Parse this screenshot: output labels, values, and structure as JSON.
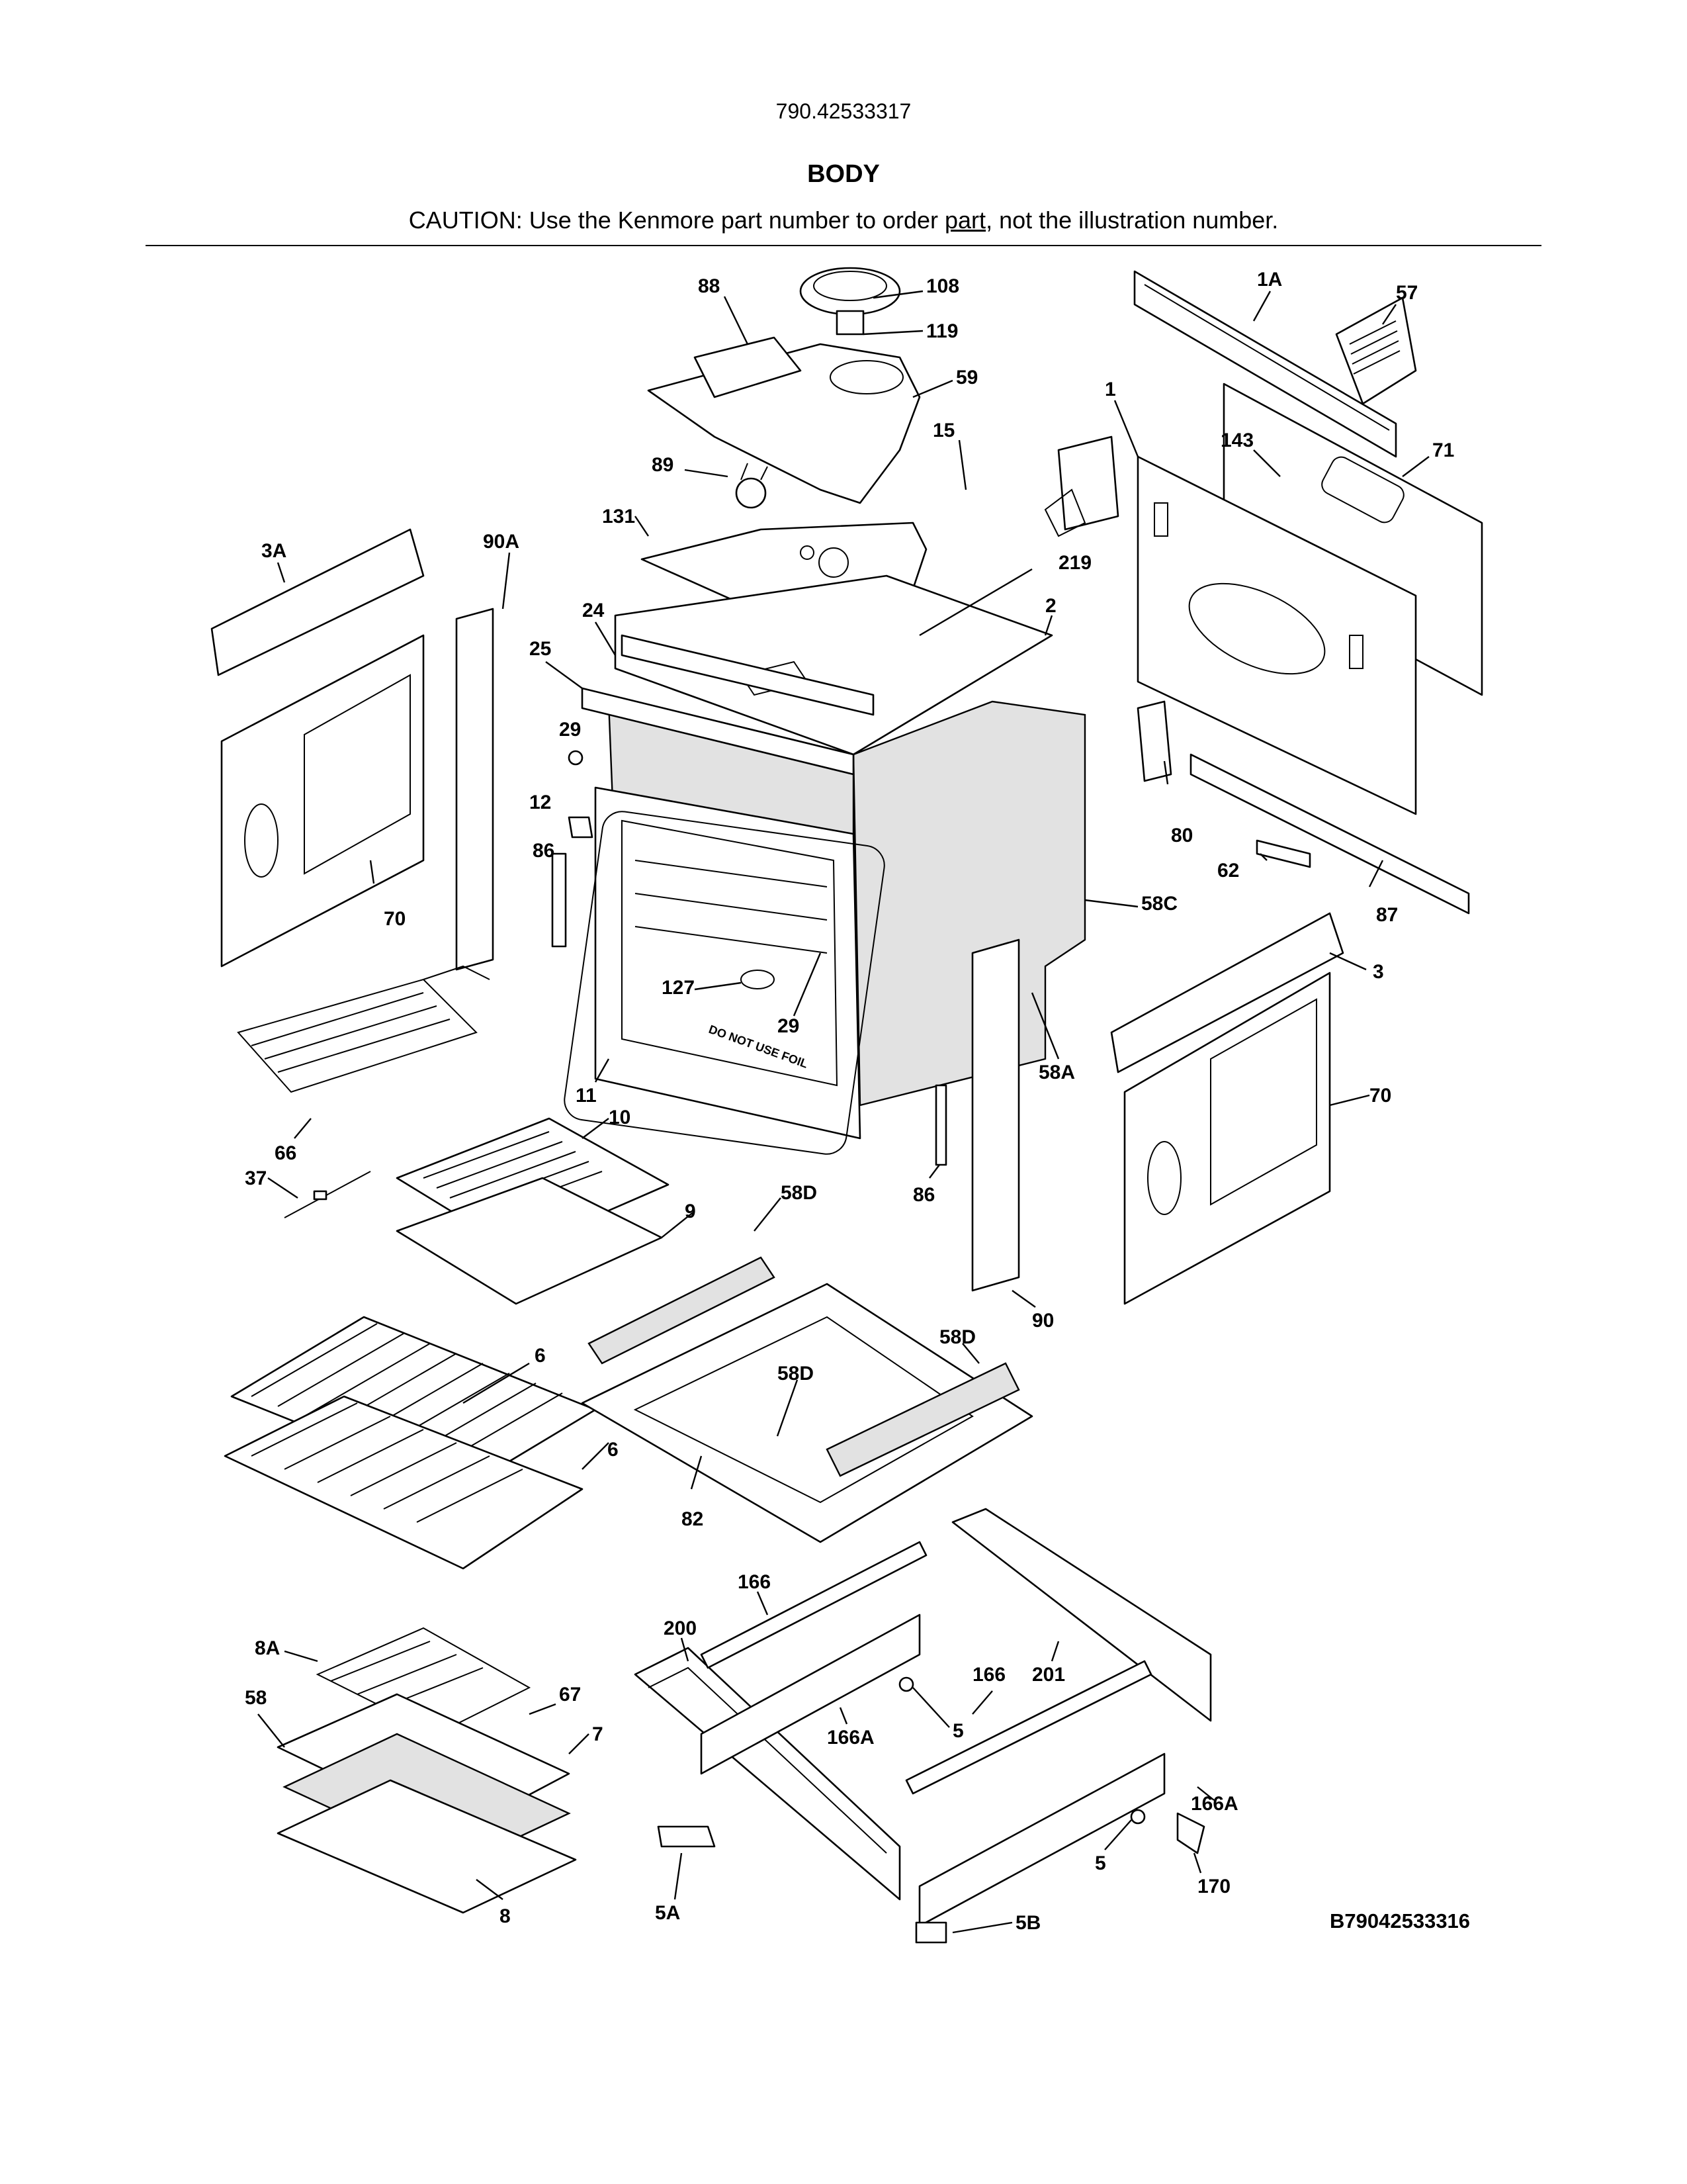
{
  "header": {
    "model_number": "790.42533317",
    "section_title": "BODY",
    "caution_prefix": "CAUTION: Use the Kenmore part number to order ",
    "caution_link": "part",
    "caution_suffix": ", not the illustration number."
  },
  "diagram_code": "B79042533316",
  "callouts": {
    "c88": "88",
    "c108": "108",
    "c119": "119",
    "c59": "59",
    "c1A": "1A",
    "c57": "57",
    "c1": "1",
    "c143": "143",
    "c71": "71",
    "c15": "15",
    "c89": "89",
    "c131": "131",
    "c219": "219",
    "c3A": "3A",
    "c90A": "90A",
    "c24": "24",
    "c2": "2",
    "c25": "25",
    "c29a": "29",
    "c12": "12",
    "c86a": "86",
    "c70a": "70",
    "c80": "80",
    "c62": "62",
    "c87": "87",
    "c58C": "58C",
    "c3": "3",
    "c127": "127",
    "c29b": "29",
    "c11": "11",
    "c58A": "58A",
    "c70b": "70",
    "c66": "66",
    "c10": "10",
    "c37": "37",
    "c86b": "86",
    "c58Da": "58D",
    "c9": "9",
    "c90": "90",
    "c58Db": "58D",
    "c58Dc": "58D",
    "c6a": "6",
    "c6b": "6",
    "c82": "82",
    "c166a": "166",
    "c200": "200",
    "c201": "201",
    "c8A": "8A",
    "c166b": "166",
    "c58": "58",
    "c67": "67",
    "c5a": "5",
    "c7": "7",
    "c166Aa": "166A",
    "c166Ab": "166A",
    "c5b": "5",
    "c170": "170",
    "c5A": "5A",
    "c5B": "5B",
    "c8": "8"
  },
  "embossed_text": "DO NOT USE FOIL"
}
